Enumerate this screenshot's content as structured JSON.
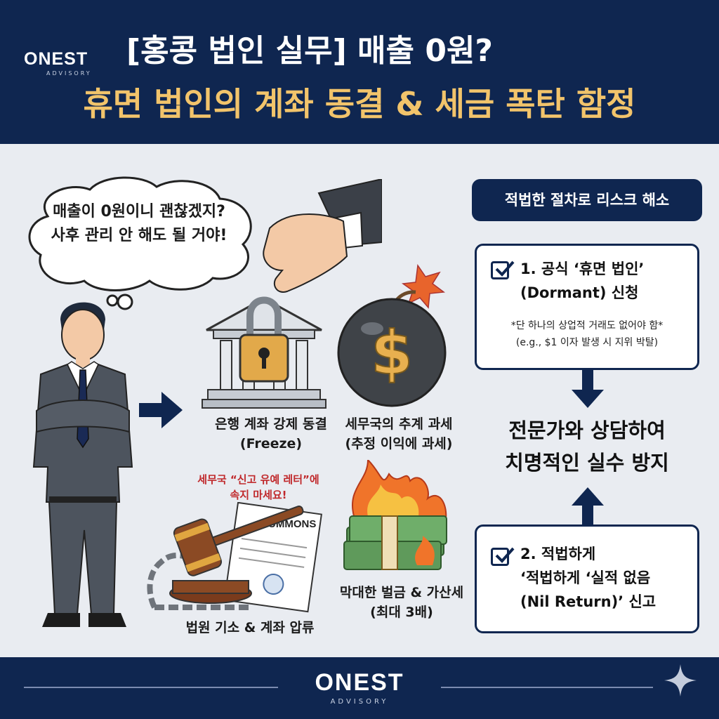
{
  "header": {
    "logo_brand": "ONEST",
    "logo_sub": "ADVISORY",
    "title_line1": "[홍콩 법인 실무] 매출 0원?",
    "title_line2": "휴면 법인의 계좌 동결 & 세금 폭탄 함정"
  },
  "thought": {
    "line1": "매출이 0원이니 괜찮겠지?",
    "line2": "사후 관리 안 해도 될 거야!"
  },
  "risks": {
    "freeze_line1": "은행 계좌 강제 동결",
    "freeze_line2": "(Freeze)",
    "tax_line1": "세무국의 추계 과세",
    "tax_line2": "(추정 이익에 과세)",
    "warning_line1": "세무국 “신고 유예 레터”에",
    "warning_line2": "속지 마세요!",
    "summons_label": "SUMMONS",
    "court_caption": "법원 기소 & 계좌 압류",
    "fine_line1": "막대한 벌금 & 가산세",
    "fine_line2": "(최대 3배)",
    "dollar_glyph": "$"
  },
  "solution": {
    "badge": "적법한 절차로 리스크 해소",
    "card1_title1": "1. 공식 ‘휴면 법인’",
    "card1_title2": "(Dormant) 신청",
    "card1_note1": "*단 하나의 상업적 거래도 없어야 함*",
    "card1_note2": "(e.g., $1 이자 발생 시 지위 박탈)",
    "consult_line1": "전문가와 상담하여",
    "consult_line2": "치명적인 실수 방지",
    "card2_title1": "2. 적법하게",
    "card2_title2": "‘적법하게 ‘실적 없음",
    "card2_title3": "(Nil Return)’ 신고"
  },
  "footer": {
    "logo_brand": "ONEST",
    "logo_sub": "ADVISORY"
  },
  "colors": {
    "navy": "#0f2650",
    "gold": "#f2c46b",
    "warning_red": "#c0282b",
    "background": "#e9ecf1"
  },
  "icons": [
    "bank-lock-icon",
    "bomb-icon",
    "gavel-icon",
    "money-fire-icon",
    "check-icon",
    "arrow-right-icon",
    "arrow-down-icon",
    "arrow-up-icon",
    "sparkle-icon",
    "hand-icon"
  ]
}
